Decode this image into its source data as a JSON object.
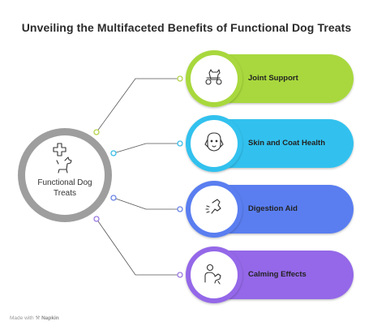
{
  "title": "Unveiling the Multifaceted Benefits of Functional Dog Treats",
  "center": {
    "label": "Functional Dog Treats",
    "ring_color": "#9e9e9e",
    "icons": [
      "medical-cross-icon",
      "dog-icon"
    ]
  },
  "benefits": [
    {
      "label": "Joint Support",
      "color": "#a8d83c",
      "dot_color": "#b3d44a",
      "icon": "dog-with-wheels-icon"
    },
    {
      "label": "Skin and Coat Health",
      "color": "#33c1ee",
      "dot_color": "#3bbde8",
      "icon": "dog-face-icon"
    },
    {
      "label": "Digestion Aid",
      "color": "#5a7ef0",
      "dot_color": "#6b84e6",
      "icon": "dog-sniffing-icon"
    },
    {
      "label": "Calming Effects",
      "color": "#9468e8",
      "dot_color": "#9b7ae0",
      "icon": "person-with-dog-icon"
    }
  ],
  "footer": {
    "prefix": "Made with",
    "brand": "Napkin"
  }
}
